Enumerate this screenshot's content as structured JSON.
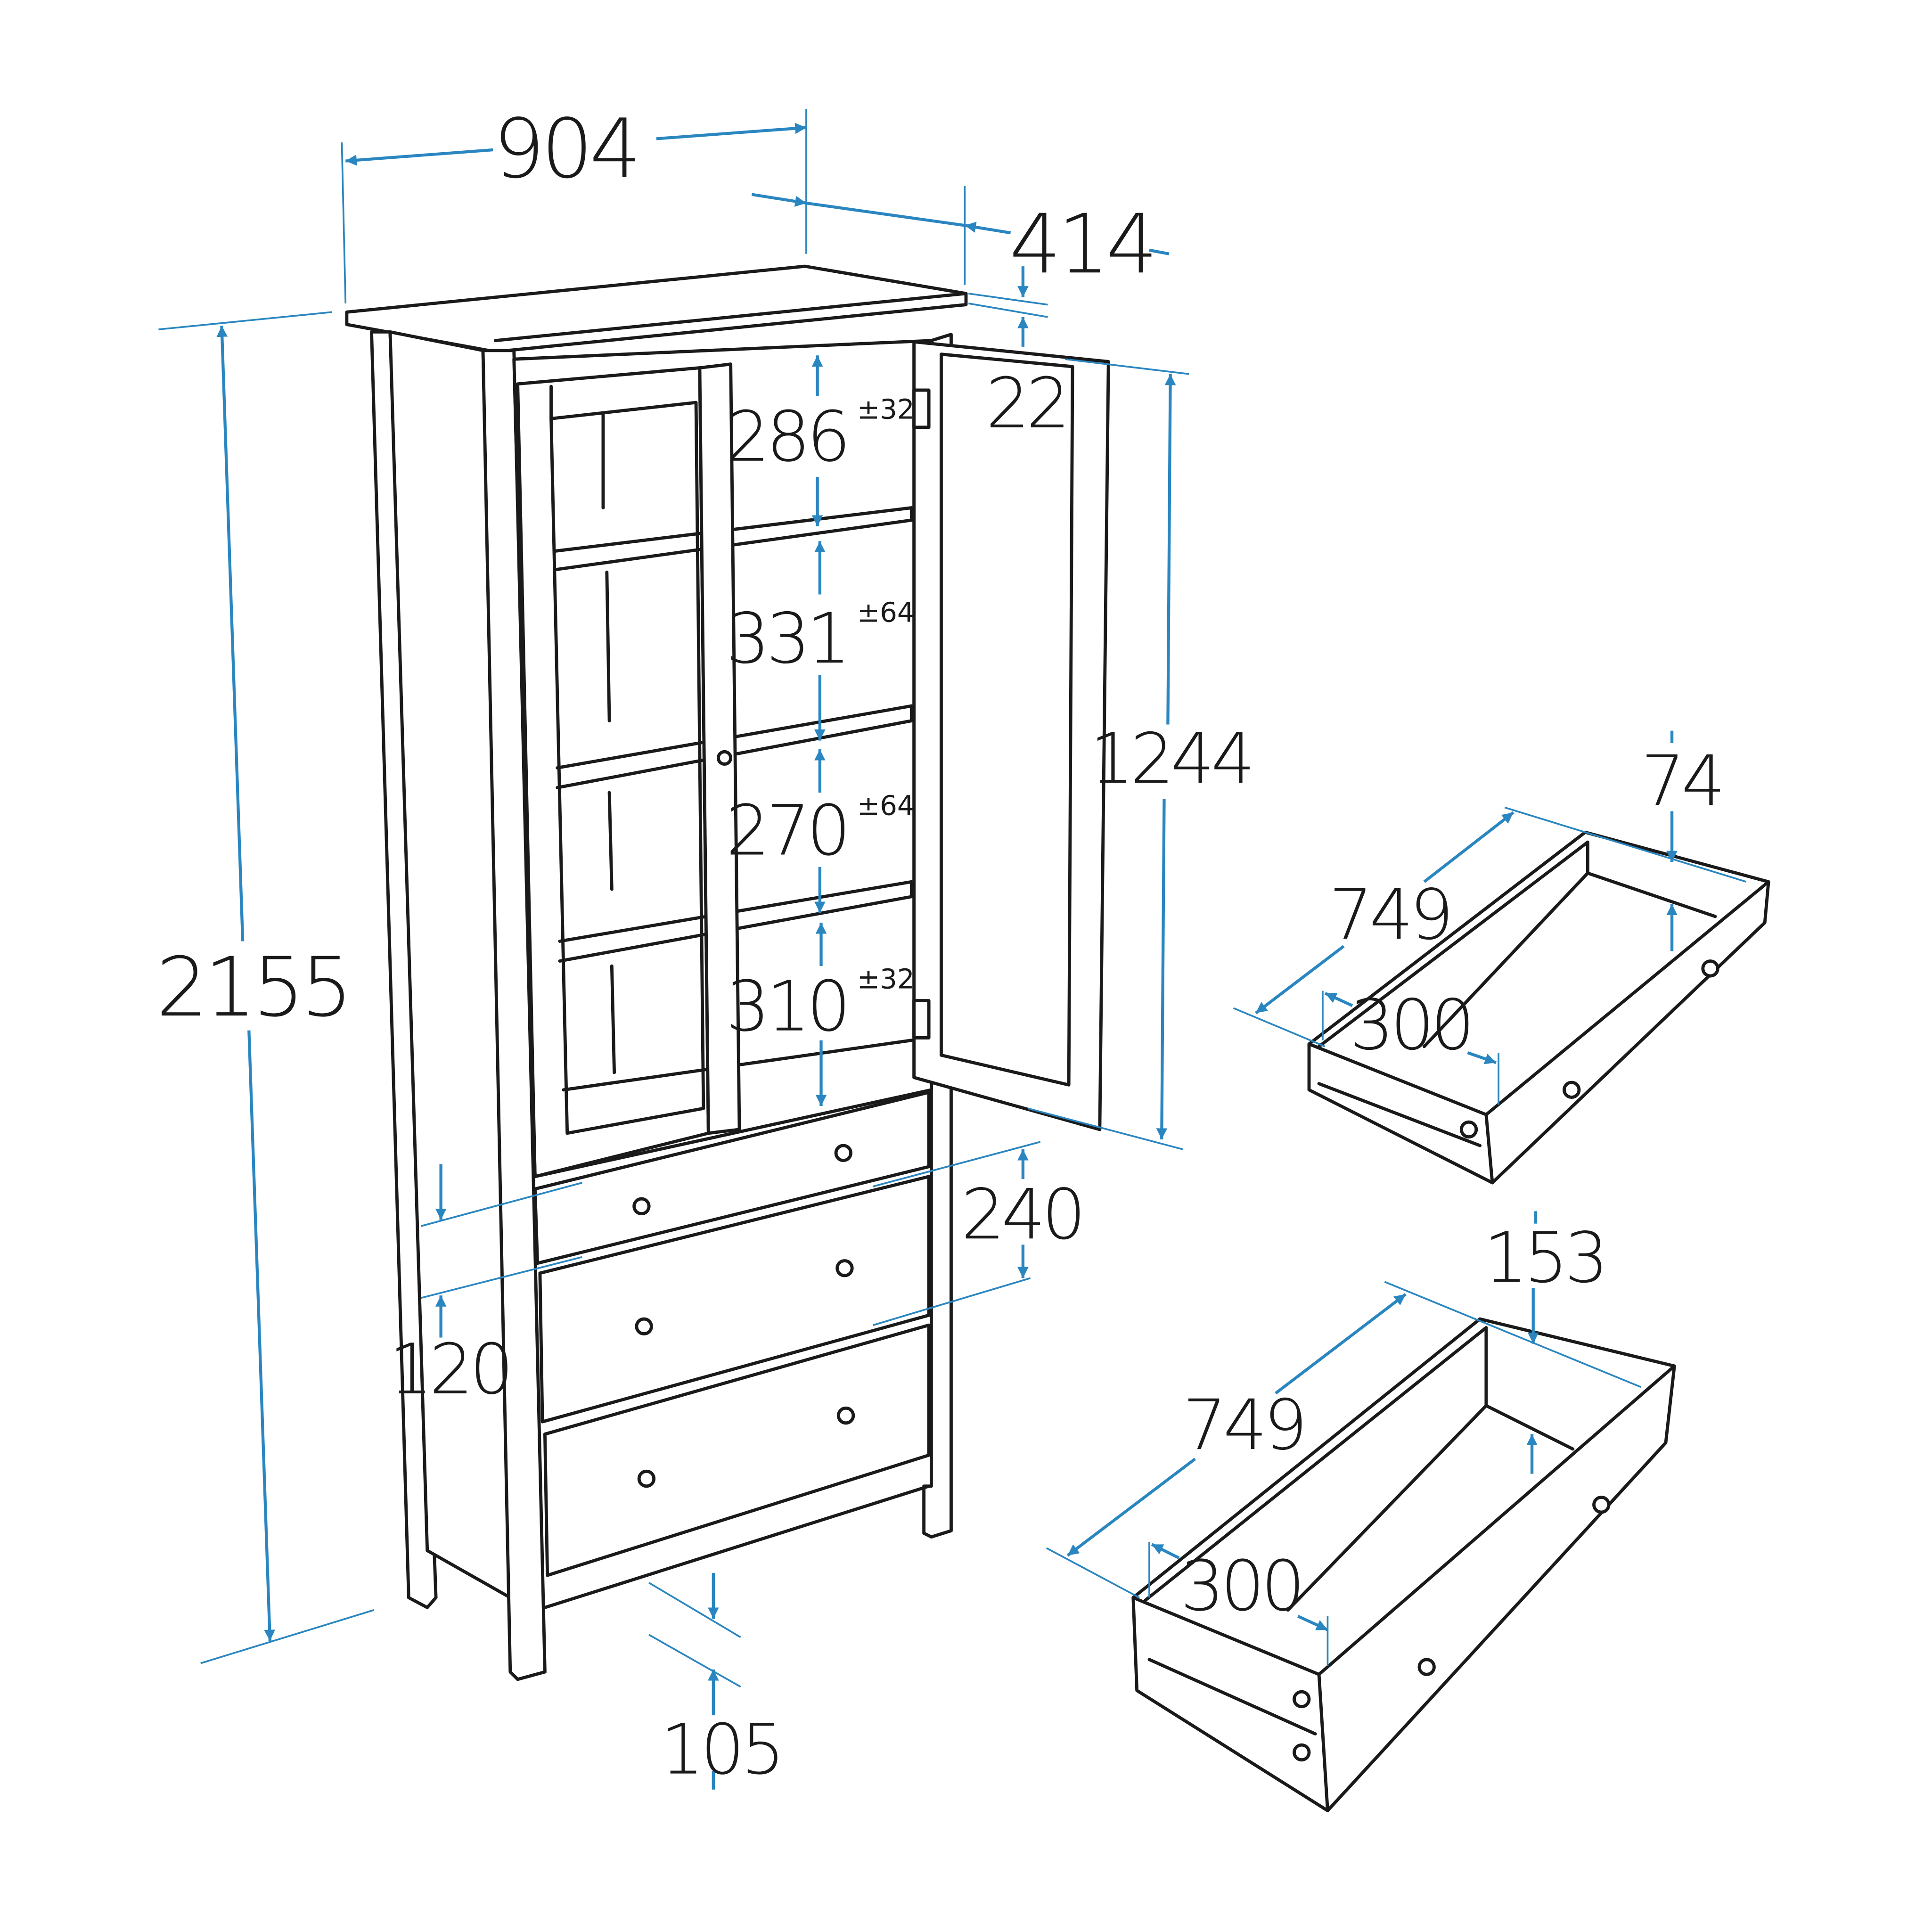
{
  "colors": {
    "dimension": "#2a86c0",
    "outline": "#1a1a1a",
    "background": "#ffffff"
  },
  "cabinet": {
    "width": "904",
    "depth": "414",
    "top_thickness": "22",
    "height": "2155",
    "glass_section_height": "1244",
    "shelf_gaps": [
      {
        "value": "286",
        "tolerance": "±32"
      },
      {
        "value": "331",
        "tolerance": "±64"
      },
      {
        "value": "270",
        "tolerance": "±64"
      },
      {
        "value": "310",
        "tolerance": "±32"
      }
    ],
    "large_drawer_height": "240",
    "small_drawer_height": "120",
    "plinth_height": "105"
  },
  "drawer_small": {
    "length": "749",
    "width": "300",
    "height": "74"
  },
  "drawer_large": {
    "length": "749",
    "width": "300",
    "height": "153"
  }
}
